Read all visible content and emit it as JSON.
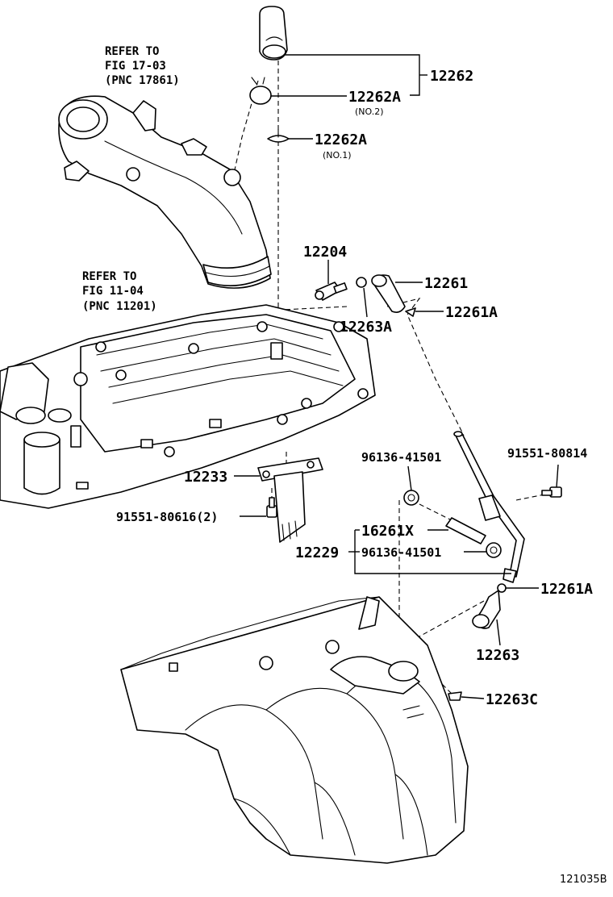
{
  "refs": {
    "ref1": {
      "line1": "REFER TO",
      "line2": "FIG 17-03",
      "line3": "(PNC 17861)"
    },
    "ref2": {
      "line1": "REFER TO",
      "line2": "FIG 11-04",
      "line3": "(PNC 11201)"
    }
  },
  "labels": {
    "p12262": "12262",
    "p12262A_no2": "12262A",
    "note_no2": "(NO.2)",
    "p12262A_no1": "12262A",
    "note_no1": "(NO.1)",
    "p12204": "12204",
    "p12261": "12261",
    "p12263A": "12263A",
    "p12261A_top": "12261A",
    "p96136_top": "96136-41501",
    "p91551_80814": "91551-80814",
    "p12233": "12233",
    "p91551_80616": "91551-80616(2)",
    "p16261X": "16261X",
    "p12229": "12229",
    "p96136_bottom": "96136-41501",
    "p12261A_bottom": "12261A",
    "p12263": "12263",
    "p12263C": "12263C"
  },
  "diagram_id": "121035B"
}
